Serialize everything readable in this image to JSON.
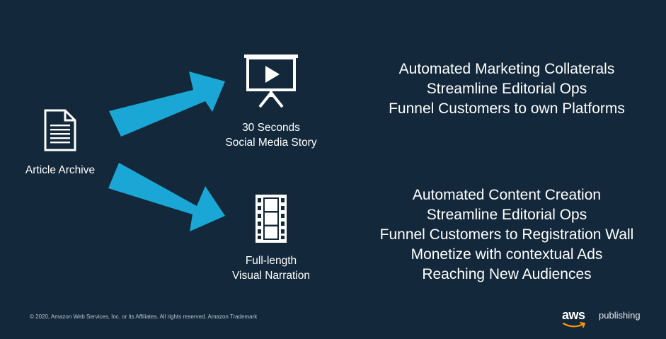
{
  "source": {
    "label": "Article Archive",
    "icon": "document-icon"
  },
  "outputs": [
    {
      "icon": "presentation-play-icon",
      "label_lines": [
        "30 Seconds",
        "Social Media Story"
      ],
      "benefits": [
        "Automated Marketing Collaterals",
        "Streamline Editorial Ops",
        "Funnel Customers to own Platforms"
      ]
    },
    {
      "icon": "film-strip-icon",
      "label_lines": [
        "Full-length",
        "Visual Narration"
      ],
      "benefits": [
        "Automated Content Creation",
        "Streamline Editorial Ops",
        "Funnel Customers to Registration Wall",
        "Monetize with contextual Ads",
        "Reaching New Audiences"
      ]
    }
  ],
  "footer": {
    "copyright": "© 2020, Amazon Web Services, Inc. or its Affiliates. All rights reserved. Amazon Trademark"
  },
  "brand": {
    "logo_text": "aws",
    "suffix": "publishing"
  },
  "colors": {
    "background": "#13283a",
    "arrow": "#1ba7d6",
    "text": "#ffffff",
    "smile": "#ff9900"
  }
}
